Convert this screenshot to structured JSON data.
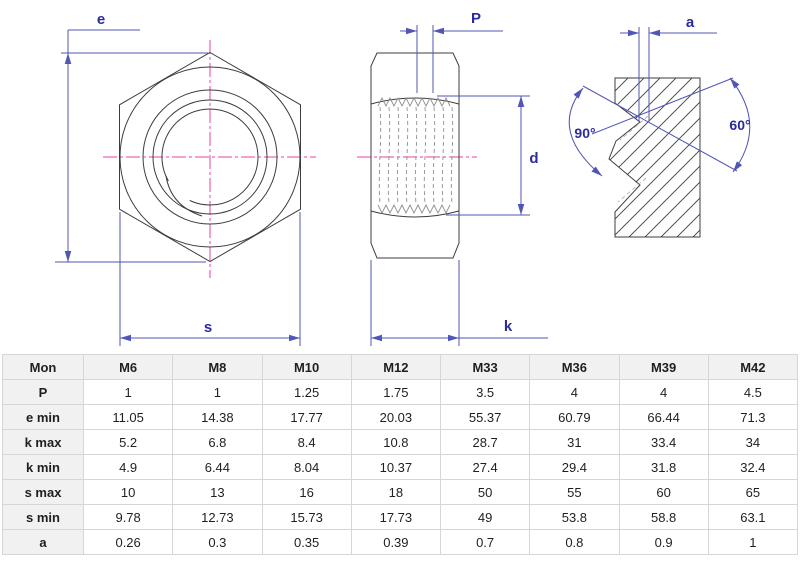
{
  "colors": {
    "dimension_line": "#5156b4",
    "dimension_text": "#2b2b9e",
    "centerline_pink": "#ee3fa8",
    "drawing_line": "#3d3d3d",
    "table_header_bg": "#f1f1f1",
    "table_border": "#d6d6d6"
  },
  "drawing": {
    "front_view": {
      "dim_e": "e",
      "dim_s": "s"
    },
    "side_view": {
      "dim_p": "P",
      "dim_d": "d",
      "dim_k": "k"
    },
    "thread_detail": {
      "dim_a": "a",
      "angle_left": "90°",
      "angle_right": "60°"
    }
  },
  "table": {
    "header": [
      "Mon",
      "M6",
      "M8",
      "M10",
      "M12",
      "M33",
      "M36",
      "M39",
      "M42"
    ],
    "rows": [
      {
        "label": "P",
        "values": [
          "1",
          "1",
          "1.25",
          "1.75",
          "3.5",
          "4",
          "4",
          "4.5"
        ]
      },
      {
        "label": "e min",
        "values": [
          "11.05",
          "14.38",
          "17.77",
          "20.03",
          "55.37",
          "60.79",
          "66.44",
          "71.3"
        ]
      },
      {
        "label": "k max",
        "values": [
          "5.2",
          "6.8",
          "8.4",
          "10.8",
          "28.7",
          "31",
          "33.4",
          "34"
        ]
      },
      {
        "label": "k min",
        "values": [
          "4.9",
          "6.44",
          "8.04",
          "10.37",
          "27.4",
          "29.4",
          "31.8",
          "32.4"
        ]
      },
      {
        "label": "s max",
        "values": [
          "10",
          "13",
          "16",
          "18",
          "50",
          "55",
          "60",
          "65"
        ]
      },
      {
        "label": "s min",
        "values": [
          "9.78",
          "12.73",
          "15.73",
          "17.73",
          "49",
          "53.8",
          "58.8",
          "63.1"
        ]
      },
      {
        "label": "a",
        "values": [
          "0.26",
          "0.3",
          "0.35",
          "0.39",
          "0.7",
          "0.8",
          "0.9",
          "1"
        ]
      }
    ]
  }
}
